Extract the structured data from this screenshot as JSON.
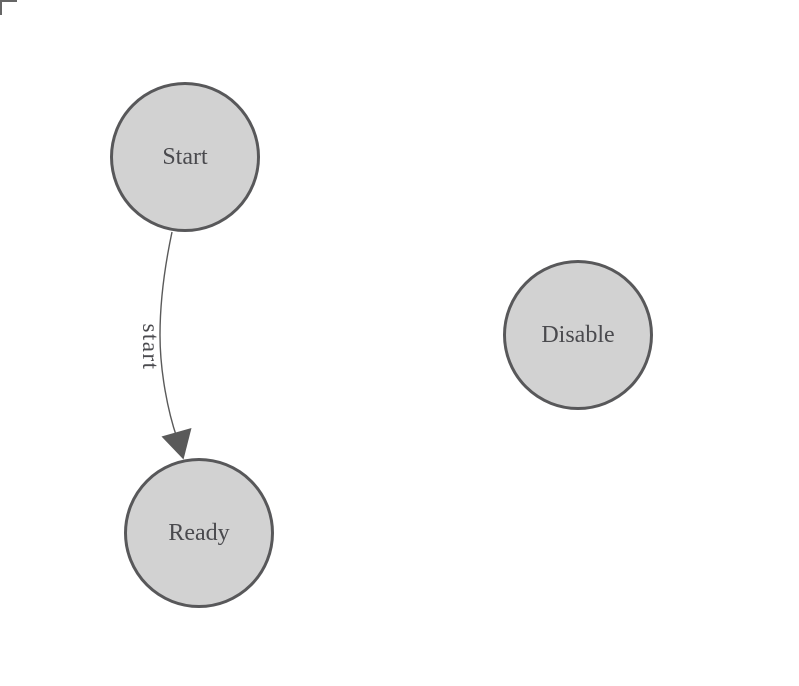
{
  "diagram": {
    "nodes": [
      {
        "id": "start",
        "label": "Start"
      },
      {
        "id": "ready",
        "label": "Ready"
      },
      {
        "id": "disable",
        "label": "Disable"
      }
    ],
    "edges": [
      {
        "from": "start",
        "to": "ready",
        "label": "start"
      }
    ],
    "colors": {
      "canvas_background": "#ffffff",
      "node_fill": "#d2d2d2",
      "node_stroke": "#58585a",
      "label_text": "#4a4a4e",
      "edge_stroke": "#5a5a5a",
      "arrowhead_fill": "#5a5a5a",
      "corner_mark": "#666666"
    }
  }
}
